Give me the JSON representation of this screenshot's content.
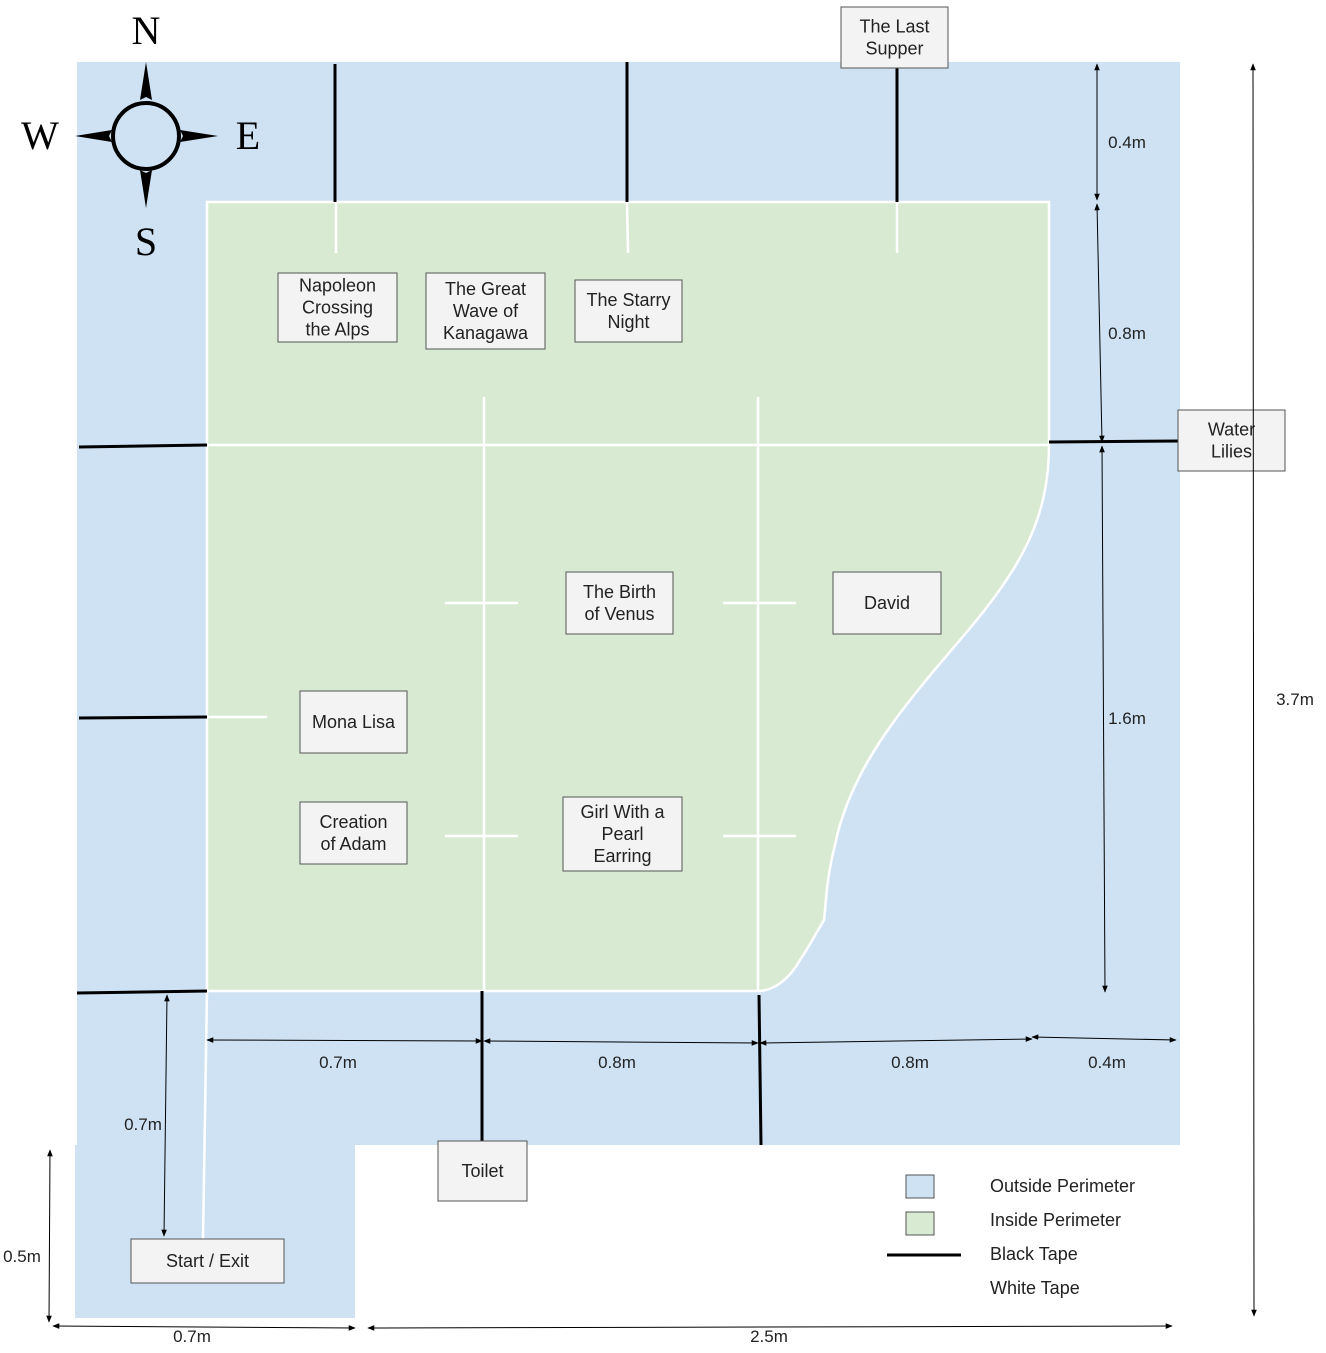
{
  "colors": {
    "outside": "#cfe2f3",
    "inside": "#d9ead3",
    "black_tape": "#000000",
    "white_tape": "#ffffff",
    "box_fill": "#f3f3f3"
  },
  "compass": {
    "north": "N",
    "south": "S",
    "east": "E",
    "west": "W"
  },
  "exhibits": {
    "last_supper": [
      "The Last",
      "Supper"
    ],
    "water_lilies": [
      "Water",
      "Lilies"
    ],
    "napoleon": [
      "Napoleon",
      "Crossing",
      "the Alps"
    ],
    "great_wave": [
      "The Great",
      "Wave of",
      "Kanagawa"
    ],
    "starry_night": [
      "The Starry",
      "Night"
    ],
    "birth_of_venus": [
      "The Birth",
      "of Venus"
    ],
    "david": [
      "David"
    ],
    "mona_lisa": [
      "Mona Lisa"
    ],
    "creation_of_adam": [
      "Creation",
      "of Adam"
    ],
    "girl_pearl": [
      "Girl With a",
      "Pearl",
      "Earring"
    ],
    "toilet": [
      "Toilet"
    ],
    "start_exit": [
      "Start / Exit"
    ]
  },
  "dimensions": {
    "right_top": "0.4m",
    "right_mid": "0.8m",
    "right_low": "1.6m",
    "total_height": "3.7m",
    "bottom_seg1": "0.7m",
    "bottom_seg2": "0.8m",
    "bottom_seg3": "0.8m",
    "bottom_seg4": "0.4m",
    "entrance_depth": "0.7m",
    "entrance_height": "0.5m",
    "entrance_width": "0.7m",
    "total_width": "2.5m"
  },
  "legend": {
    "outside": "Outside Perimeter",
    "inside": "Inside Perimeter",
    "black_tape": "Black Tape",
    "white_tape": "White Tape"
  }
}
